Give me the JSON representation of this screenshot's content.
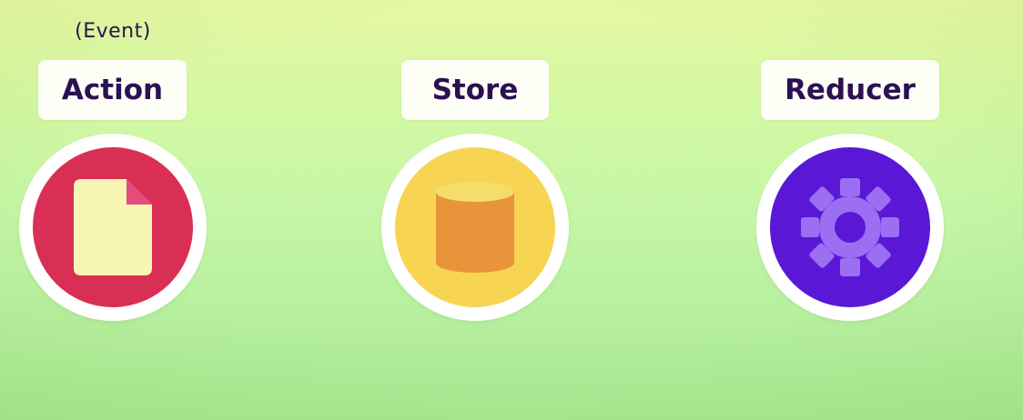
{
  "diagram": {
    "note": "(Event)",
    "nodes": [
      {
        "label": "Action",
        "icon": "document-icon",
        "color": "#d92f54"
      },
      {
        "label": "Store",
        "icon": "database-icon",
        "color": "#f7d553"
      },
      {
        "label": "Reducer",
        "icon": "gear-icon",
        "color": "#5a18d6"
      }
    ]
  },
  "colors": {
    "label_text": "#2c1052",
    "label_background": "#fdfef6",
    "ring": "#ffffff",
    "document_fill": "#f8f6b4",
    "document_fold": "#e24d7d",
    "database_fill": "#e9943a",
    "database_top": "#f4dd69",
    "gear_fill": "#9c6ff2"
  }
}
